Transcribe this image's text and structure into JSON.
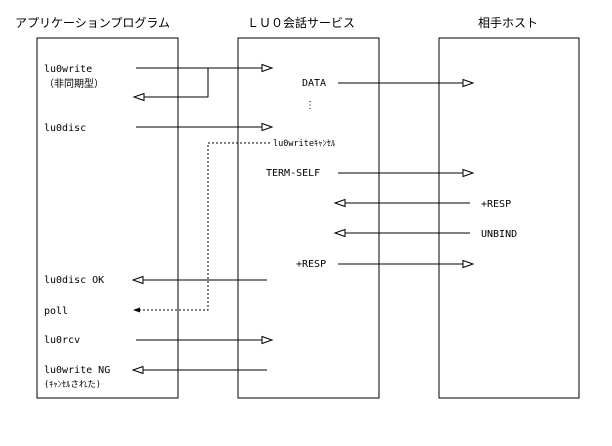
{
  "headers": {
    "app": "アプリケーションプログラム",
    "luo": "ＬＵ０会話サービス",
    "host": "相手ホスト"
  },
  "labels": {
    "lu0write": "lu0write",
    "async": "（非同期型）",
    "data": "DATA",
    "dots": "⋮",
    "lu0disc": "lu0disc",
    "lu0write_cancel": "lu0writeｷｬﾝｾﾙ",
    "term_self": "TERM-SELF",
    "resp_host": "+RESP",
    "unbind": "UNBIND",
    "resp_luo": "+RESP",
    "lu0disc_ok": "lu0disc OK",
    "poll": "poll",
    "lu0rcv": "lu0rcv",
    "lu0write_ng": "lu0write NG",
    "cancelled": "(ｷｬﾝｾﾙされた)"
  }
}
